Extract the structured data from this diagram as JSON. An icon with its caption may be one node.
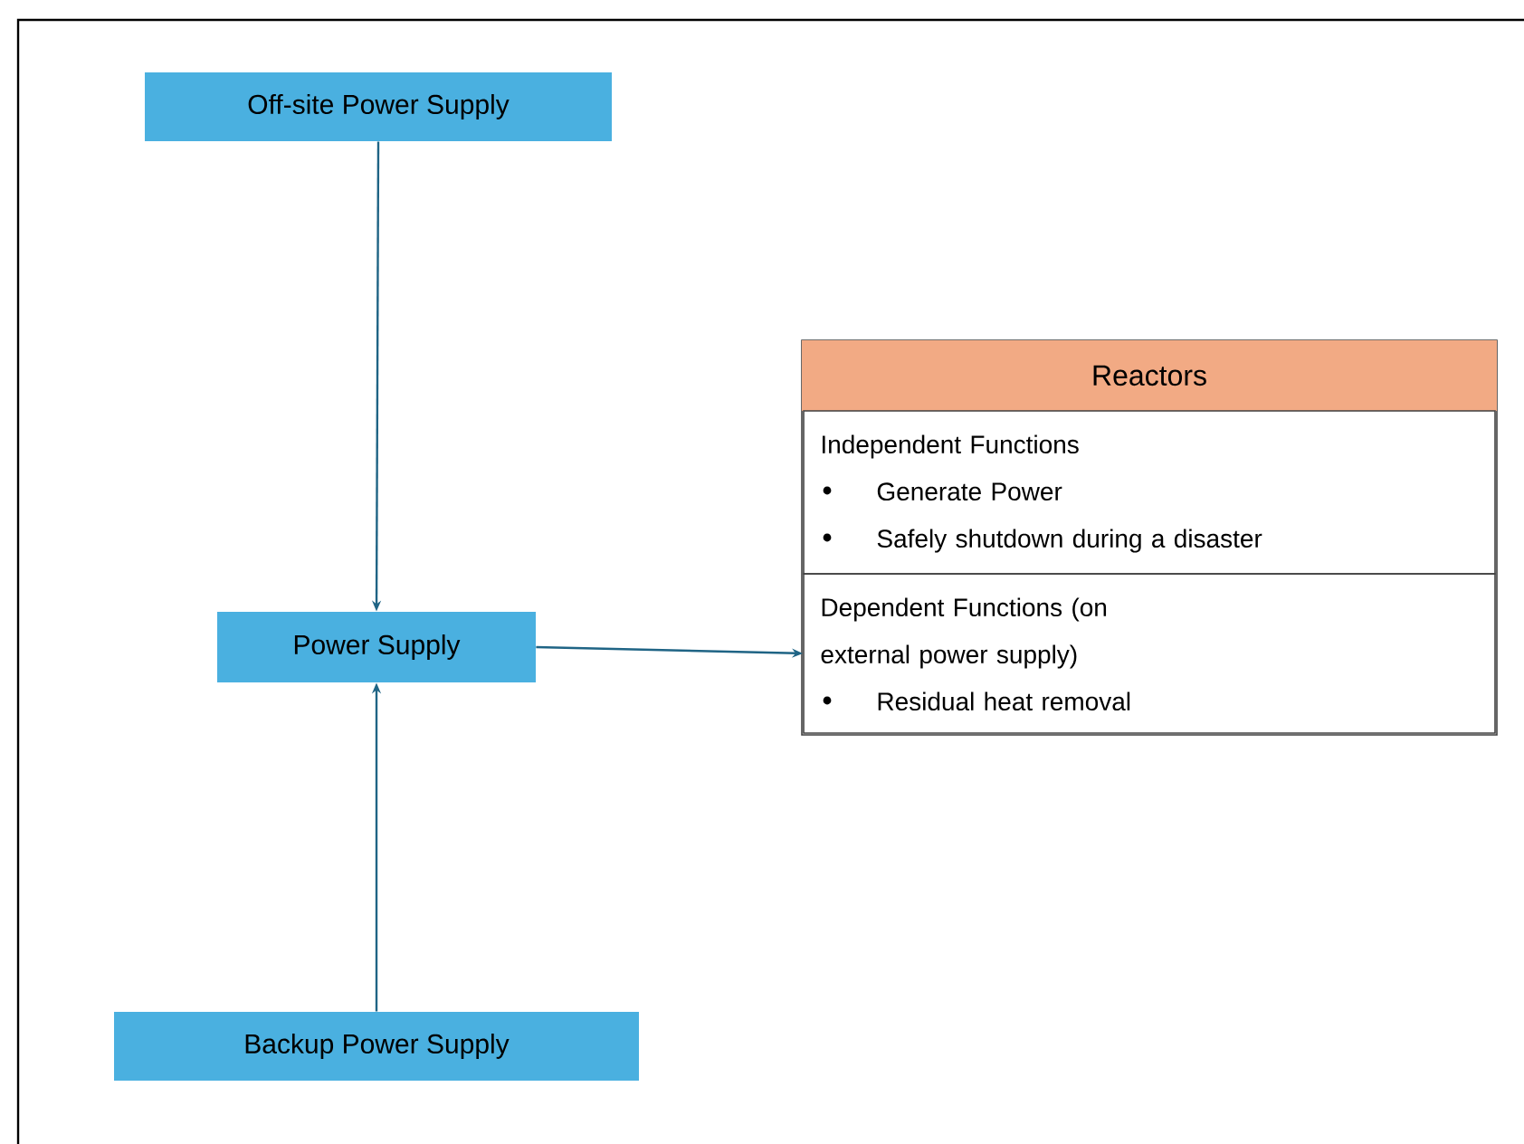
{
  "diagram": {
    "nodes": [
      {
        "text": [
          "Off-site Power Supply"
        ]
      },
      {
        "text": [
          "Power Supply"
        ]
      },
      {
        "text": [
          "Backup Power Supply"
        ]
      },
      {
        "text": [
          "Reactors"
        ]
      },
      {
        "text": [
          "Independent Functions",
          "Generate Power",
          "Safely shutdown during a disaster"
        ],
        "in": 3
      },
      {
        "text": [
          "Dependent Functions (on external power supply)",
          "Residual heat removal"
        ],
        "in": 3
      }
    ],
    "edges": [
      {
        "from": 0,
        "to": 1,
        "arrow": "to"
      },
      {
        "from": 2,
        "to": 1,
        "arrow": "to"
      },
      {
        "from": 1,
        "to": 5,
        "arrow": "to"
      }
    ]
  }
}
